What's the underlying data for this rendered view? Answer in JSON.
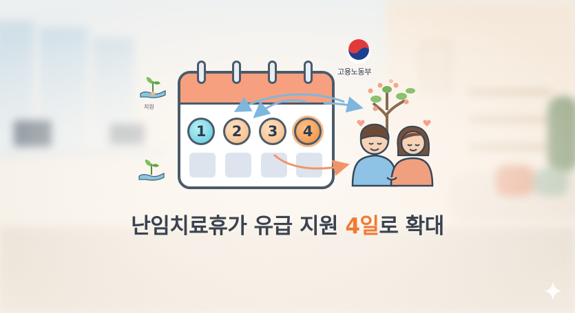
{
  "ministry": {
    "name": "고용노동부"
  },
  "side_label": "지원",
  "calendar": {
    "days": [
      "1",
      "2",
      "3",
      "4"
    ]
  },
  "headline": {
    "part1": "난임치료휴가 유급 지원 ",
    "highlight": "4일",
    "part2": "로 확대"
  },
  "colors": {
    "accent": "#ef7a33",
    "calendar_header": "#f6a07f",
    "day_teal": "#5cc8dc",
    "day_peach": "#f6b77f",
    "text_dark": "#3b4350"
  },
  "icons": [
    "seedling-hand-icon",
    "government-emblem-icon",
    "couple-illustration",
    "family-tree-icon",
    "heart-icon",
    "sparkle-icon"
  ]
}
